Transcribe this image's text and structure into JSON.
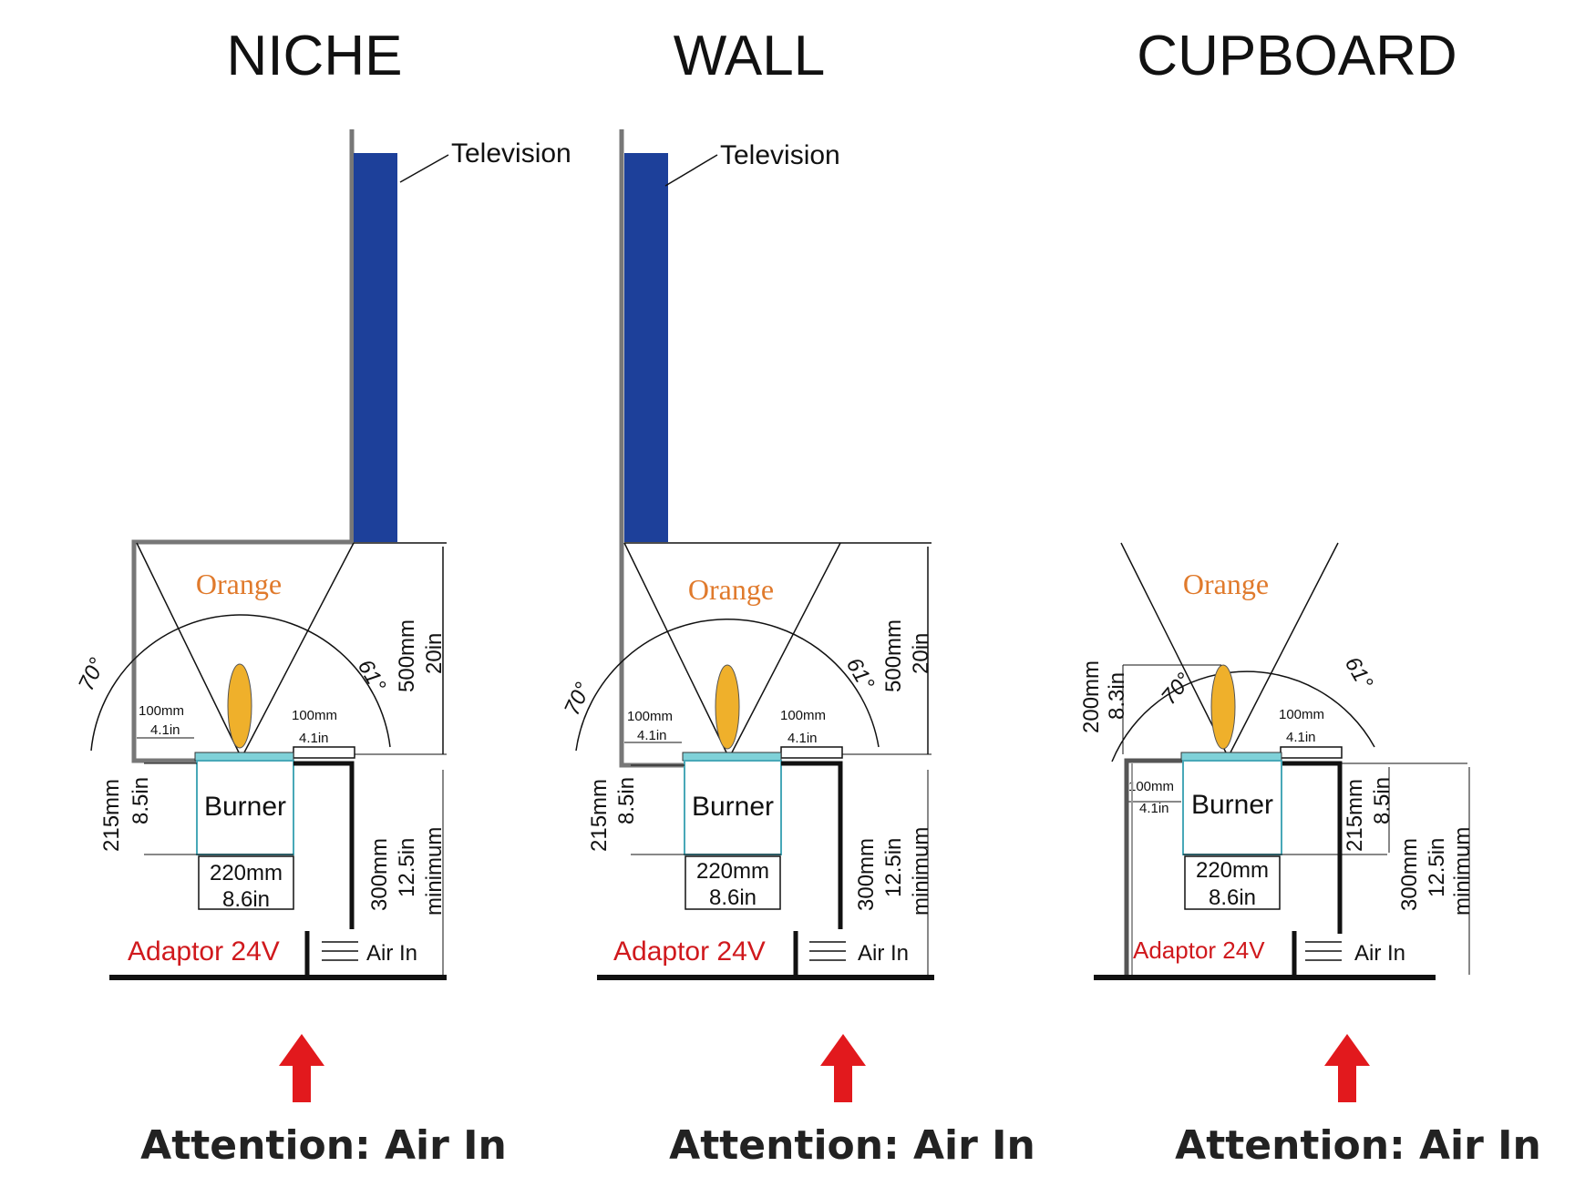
{
  "colors": {
    "television": "#1d409a",
    "flame": "#efb02b",
    "burner_top": "#7fd1d8",
    "adaptor_text": "#d0191d",
    "arrow": "#e2191d",
    "orange_text": "#e07a2c"
  },
  "panels": {
    "niche": {
      "title": "NICHE",
      "television_label": "Television",
      "flame_label": "Orange",
      "angle_left": "70°",
      "angle_right": "61°",
      "clear_left_mm": "100mm",
      "clear_left_in": "4.1in",
      "clear_right_mm": "100mm",
      "clear_right_in": "4.1in",
      "height_mm": "500mm",
      "height_in": "20in",
      "depth_mm": "215mm",
      "depth_in": "8.5in",
      "burner_label": "Burner",
      "width_mm": "220mm",
      "width_in": "8.6in",
      "min_mm": "300mm",
      "min_in": "12.5in",
      "min_word": "minimum",
      "adaptor_label": "Adaptor 24V",
      "air_in_label": "Air In",
      "attention": "Attention: Air In"
    },
    "wall": {
      "title": "WALL",
      "television_label": "Television",
      "flame_label": "Orange",
      "angle_left": "70°",
      "angle_right": "61°",
      "clear_left_mm": "100mm",
      "clear_left_in": "4.1in",
      "clear_right_mm": "100mm",
      "clear_right_in": "4.1in",
      "height_mm": "500mm",
      "height_in": "20in",
      "depth_mm": "215mm",
      "depth_in": "8.5in",
      "burner_label": "Burner",
      "width_mm": "220mm",
      "width_in": "8.6in",
      "min_mm": "300mm",
      "min_in": "12.5in",
      "min_word": "minimum",
      "adaptor_label": "Adaptor 24V",
      "air_in_label": "Air In",
      "attention": "Attention: Air In"
    },
    "cupboard": {
      "title": "CUPBOARD",
      "flame_label": "Orange",
      "angle_left": "70°",
      "angle_right": "61°",
      "height_mm": "200mm",
      "height_in": "8.3in",
      "clear_left_mm": "100mm",
      "clear_left_in": "4.1in",
      "clear_right_mm": "100mm",
      "clear_right_in": "4.1in",
      "depth_mm": "215mm",
      "depth_in": "8.5in",
      "burner_label": "Burner",
      "width_mm": "220mm",
      "width_in": "8.6in",
      "min_mm": "300mm",
      "min_in": "12.5in",
      "min_word": "minimum",
      "adaptor_label": "Adaptor 24V",
      "air_in_label": "Air In",
      "attention": "Attention: Air In"
    }
  }
}
